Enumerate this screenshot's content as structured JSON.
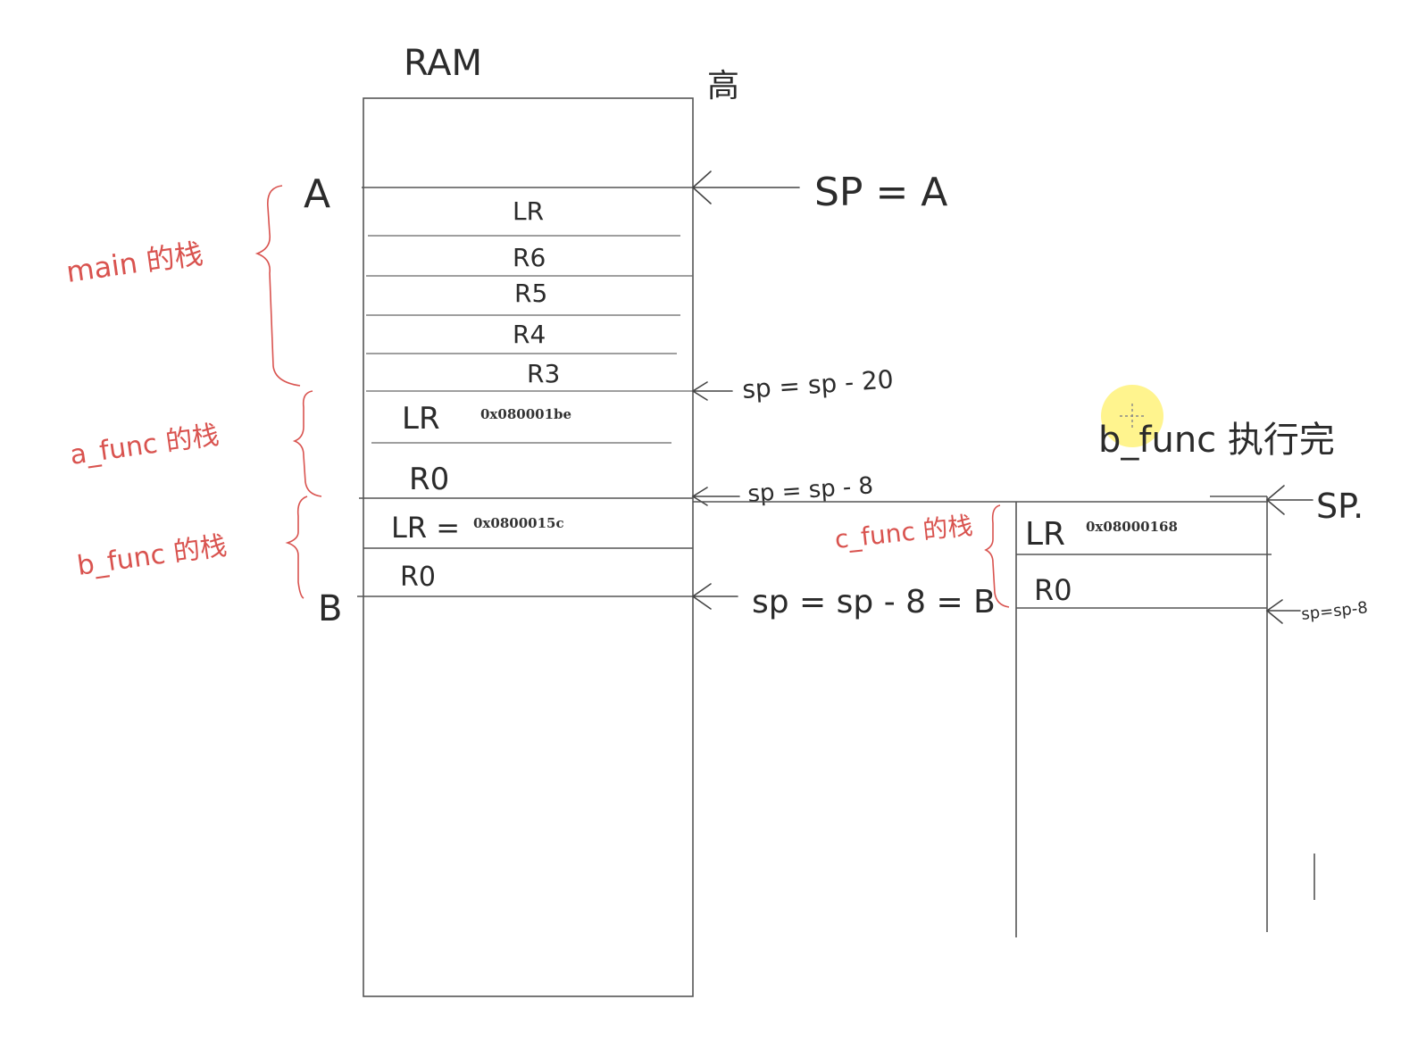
{
  "colors": {
    "ink": "#2b2b2b",
    "red_ink": "#d9534f",
    "highlight": "#fff27a"
  },
  "header": {
    "ram_label": "RAM",
    "high_label": "高"
  },
  "points": {
    "a_label": "A",
    "b_label": "B"
  },
  "main_stack": {
    "slots": [
      {
        "reg": "LR",
        "value": ""
      },
      {
        "reg": "R6",
        "value": ""
      },
      {
        "reg": "R5",
        "value": ""
      },
      {
        "reg": "R4",
        "value": ""
      },
      {
        "reg": "R3",
        "value": ""
      },
      {
        "reg": "LR",
        "value": "0x080001be"
      },
      {
        "reg": "R0",
        "value": ""
      },
      {
        "reg": "LR =",
        "value": "0x0800015c"
      },
      {
        "reg": "R0",
        "value": ""
      }
    ]
  },
  "side_stack": {
    "slots": [
      {
        "reg": "LR",
        "value": "0x08000168"
      },
      {
        "reg": "R0",
        "value": ""
      }
    ]
  },
  "brace_labels": {
    "main": "main 的栈",
    "a_func": "a_func 的栈",
    "b_func": "b_func 的栈",
    "c_func": "c_func 的栈"
  },
  "annotations": {
    "sp_eq_a": "SP = A",
    "sp_minus_20": "sp = sp - 20",
    "sp_minus_8": "sp = sp - 8",
    "sp_eq_b": "sp = sp - 8 = B",
    "sp": "SP.",
    "sp_minus_8_small": "sp=sp-8",
    "b_func_done": "b_func 执行完"
  }
}
